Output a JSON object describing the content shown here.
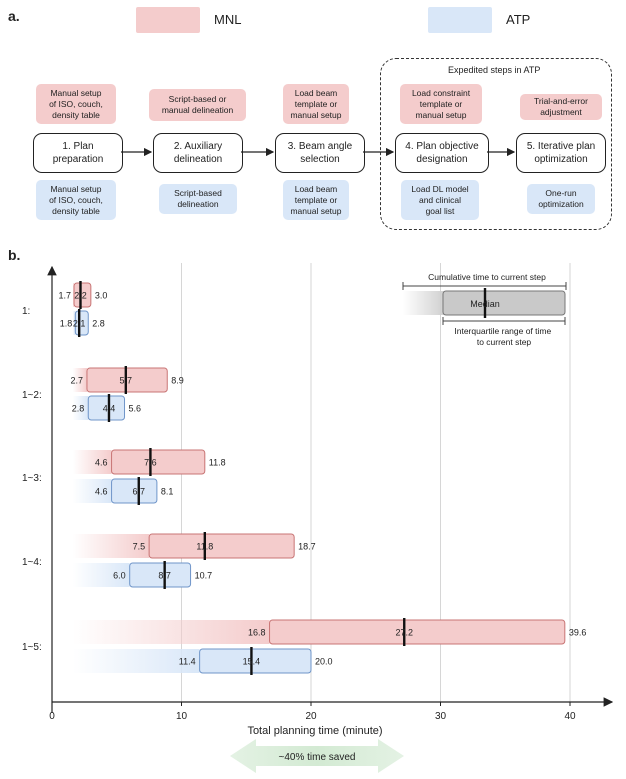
{
  "panel_a": {
    "label": "a.",
    "legend": [
      {
        "name": "MNL",
        "color": "#f4cccc"
      },
      {
        "name": "ATP",
        "color": "#d9e7f8"
      }
    ],
    "expedited_title": "Expedited steps in ATP",
    "steps": [
      {
        "title": "1. Plan\npreparation",
        "mnl": "Manual setup\nof ISO, couch,\ndensity table",
        "atp": "Manual setup\nof ISO, couch,\ndensity table"
      },
      {
        "title": "2. Auxiliary\ndelineation",
        "mnl": "Script-based or\nmanual delineation",
        "atp": "Script-based\ndelineation"
      },
      {
        "title": "3. Beam angle\nselection",
        "mnl": "Load beam\ntemplate or\nmanual setup",
        "atp": "Load beam\ntemplate or\nmanual setup"
      },
      {
        "title": "4. Plan objective\ndesignation",
        "mnl": "Load constraint\ntemplate or\nmanual setup",
        "atp": "Load DL model\nand clinical\ngoal list"
      },
      {
        "title": "5. Iterative plan\noptimization",
        "mnl": "Trial-and-error\nadjustment",
        "atp": "One-run\noptimization"
      }
    ]
  },
  "panel_b": {
    "label": "b.",
    "time_saved_label": "~40% time saved",
    "key": {
      "top": "Cumulative time to current step",
      "median": "Median",
      "bottom": "Interquartile range of time\nto current step"
    }
  },
  "chart_data": {
    "type": "box",
    "xlabel": "Total planning time (minute)",
    "xlim": [
      0,
      42
    ],
    "xticks": [
      0,
      10,
      20,
      30,
      40
    ],
    "grid": "vertical",
    "categories": [
      "1:",
      "1~2:",
      "1~3:",
      "1~4:",
      "1~5:"
    ],
    "series": [
      {
        "name": "MNL",
        "color": "#f4cccc",
        "edge": "#c87474",
        "q1": [
          1.7,
          2.7,
          4.6,
          7.5,
          16.8
        ],
        "median": [
          2.2,
          5.7,
          7.6,
          11.8,
          27.2
        ],
        "q3": [
          3.0,
          8.9,
          11.8,
          18.7,
          39.6
        ]
      },
      {
        "name": "ATP",
        "color": "#d9e7f8",
        "edge": "#6f95c9",
        "q1": [
          1.8,
          2.8,
          4.6,
          6.0,
          11.4
        ],
        "median": [
          2.1,
          4.4,
          6.7,
          8.7,
          15.4
        ],
        "q3": [
          2.8,
          5.6,
          8.1,
          10.7,
          20.0
        ]
      }
    ]
  }
}
